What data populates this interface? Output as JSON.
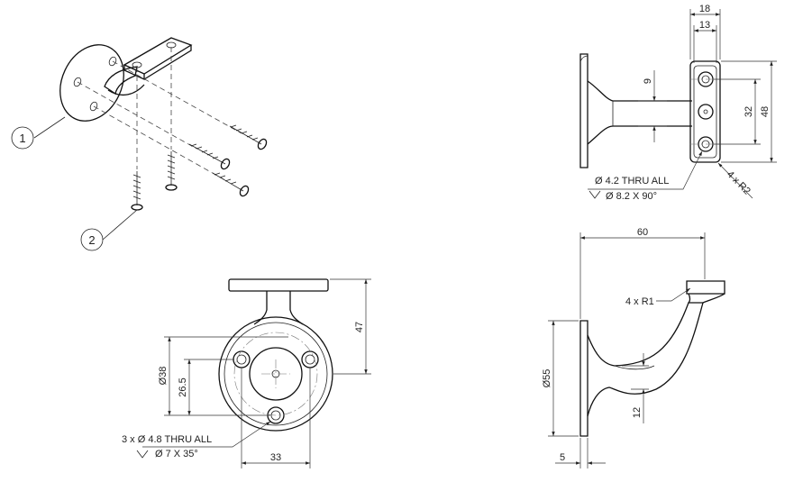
{
  "callouts": {
    "part1": "1",
    "part2": "2"
  },
  "right_view": {
    "dim_top_outer": "18",
    "dim_top_inner": "13",
    "dim_neck": "9",
    "dim_hole_spacing": "32",
    "dim_height": "48",
    "dim_corner_radius": "4 x R2",
    "hole_note_line1": "Ø 4.2 THRU ALL",
    "hole_note_line2": "Ø 8.2 X 90°"
  },
  "front_view": {
    "dim_height": "47",
    "dim_diameter": "Ø38",
    "dim_offset": "26.5",
    "dim_width": "33",
    "hole_note_line1": "3 x Ø 4.8 THRU ALL",
    "hole_note_line2": "Ø 7 X 35°"
  },
  "side_view": {
    "dim_length": "60",
    "dim_radius": "4 x R1",
    "dim_diameter": "Ø55",
    "dim_step": "12",
    "dim_thickness": "5"
  },
  "colors": {
    "line": "#111111",
    "background": "#ffffff"
  }
}
